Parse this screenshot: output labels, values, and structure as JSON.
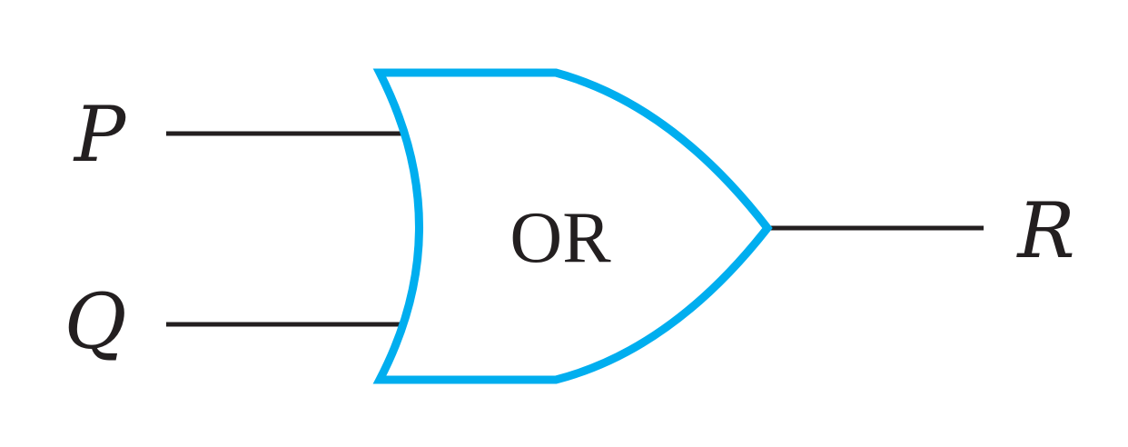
{
  "gate": {
    "type_label": "OR"
  },
  "inputs": [
    {
      "label": "P"
    },
    {
      "label": "Q"
    }
  ],
  "output": {
    "label": "R"
  },
  "colors": {
    "gate_outline": "#00aeef",
    "wire": "#231f20",
    "text": "#231f20",
    "background": "#ffffff"
  }
}
